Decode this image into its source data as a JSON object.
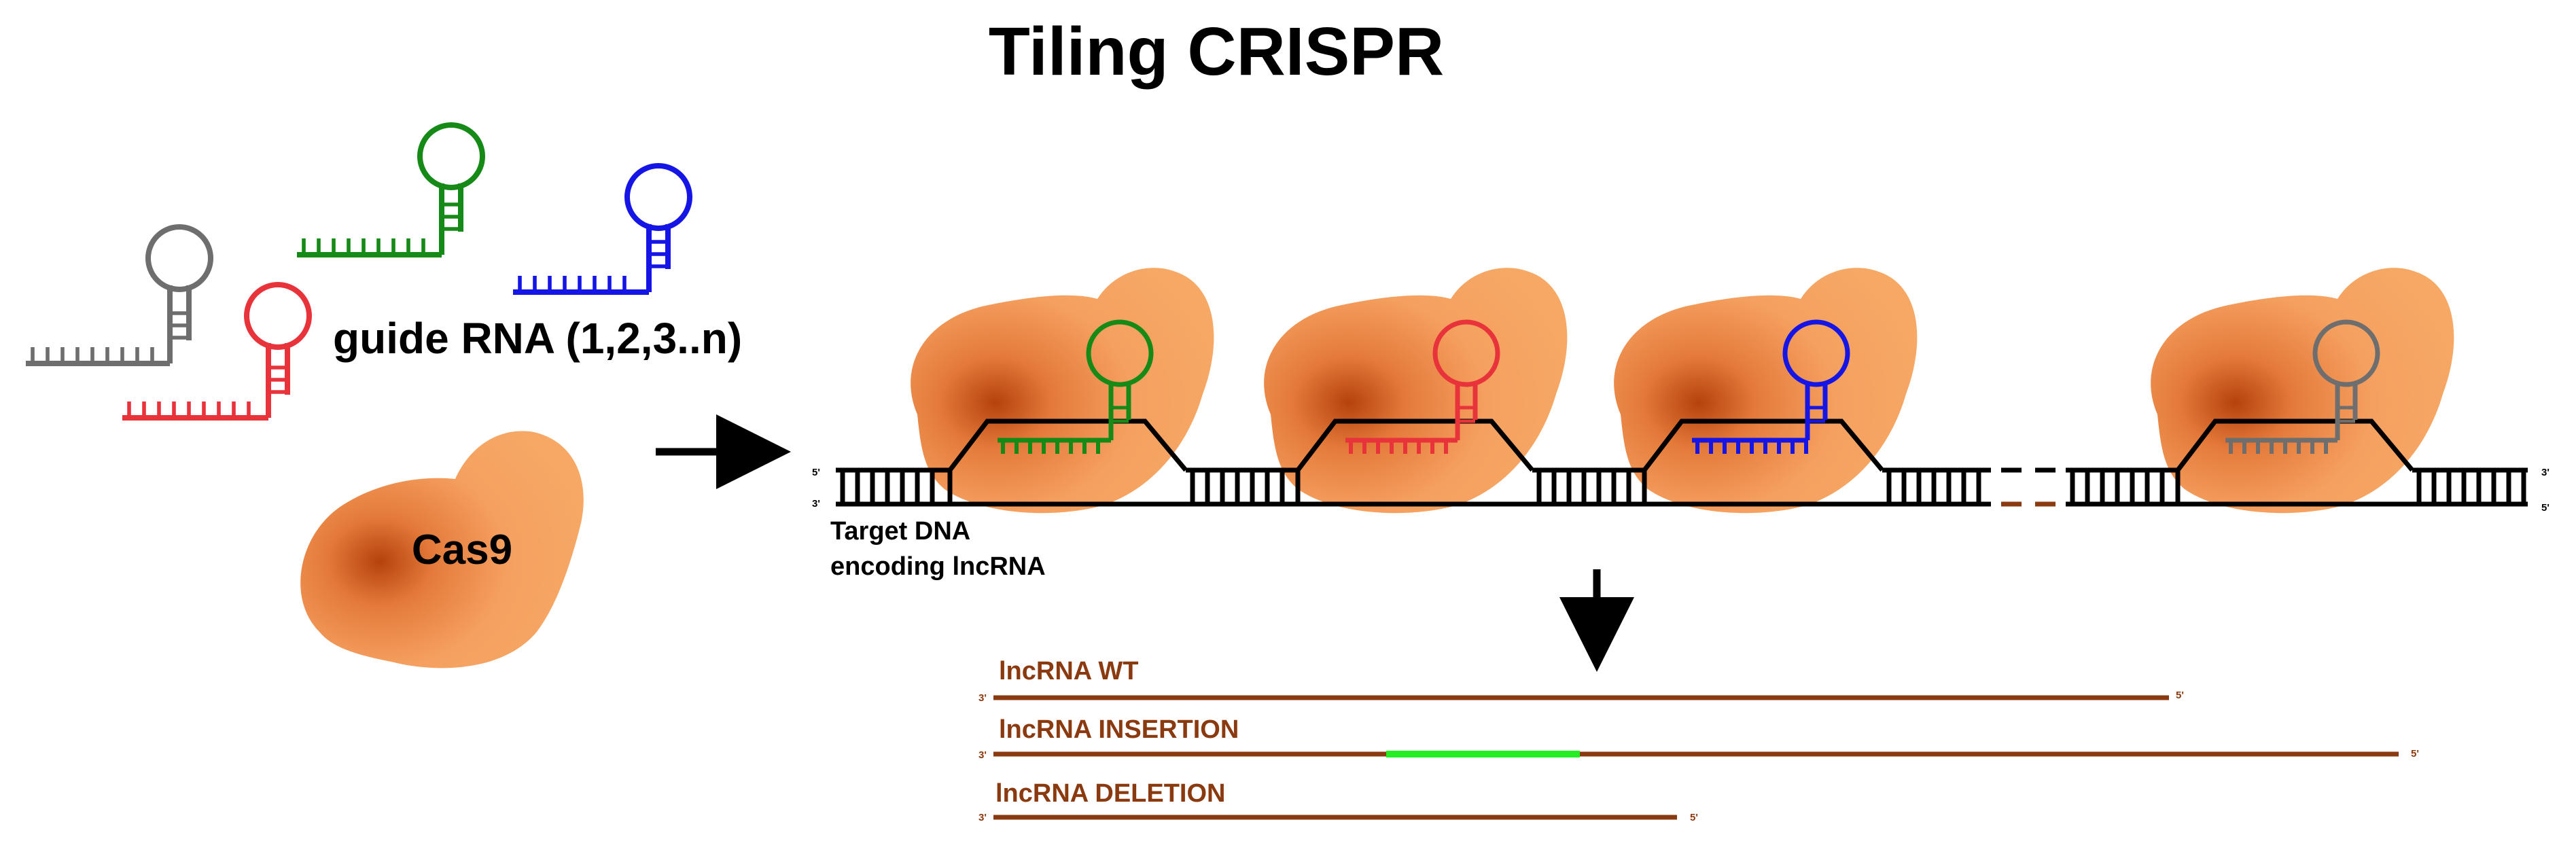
{
  "title": "Tiling CRISPR",
  "guide_label": "guide RNA (1,2,3..n)",
  "cas9_label": "Cas9",
  "target_label_line1": "Target DNA",
  "target_label_line2": "encoding lncRNA",
  "strand_ends": {
    "five": "5'",
    "three": "3'"
  },
  "guide_colors": {
    "gray": "#6e6e6e",
    "red": "#e8333a",
    "green": "#168a16",
    "blue": "#1515e6"
  },
  "cas9_color": "#f5a060",
  "rna_color": "#8B3A10",
  "insertion_color": "#22ee22",
  "outcomes": [
    {
      "label": "lncRNA WT"
    },
    {
      "label": "lncRNA INSERTION"
    },
    {
      "label": "lncRNA DELETION"
    }
  ]
}
